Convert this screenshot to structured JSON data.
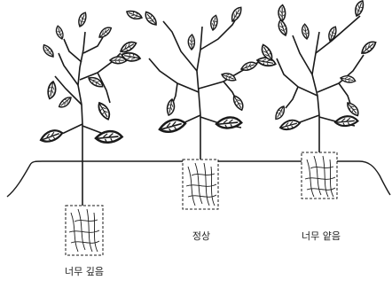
{
  "diagram": {
    "labels": {
      "deep": "너무 깊음",
      "normal": "정상",
      "shallow": "너무 얕음"
    },
    "colors": {
      "ink": "#1a1a1a",
      "paper": "#ffffff"
    }
  }
}
